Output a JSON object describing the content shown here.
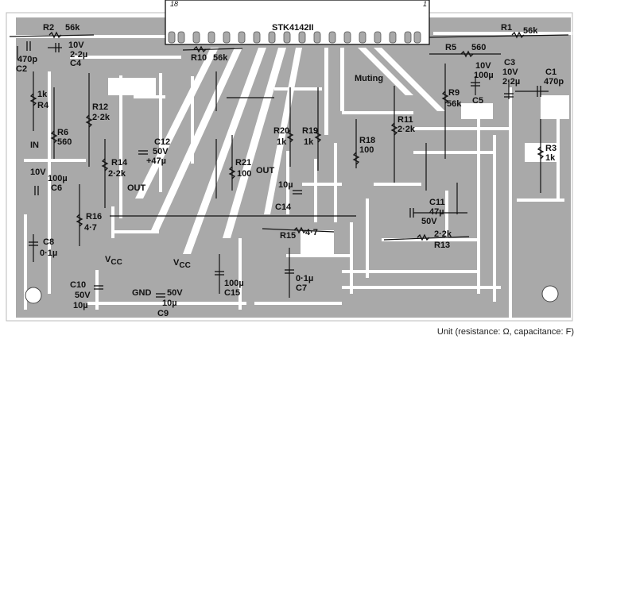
{
  "ic": {
    "name": "STK4142II",
    "pin_left": "18",
    "pin_right": "1"
  },
  "labels": {
    "r1": "R1",
    "r1_val": "56k",
    "r2": "R2",
    "r2_val": "56k",
    "r3": "R3",
    "r3_val": "1k",
    "r4": "R4",
    "r4_val": "1k",
    "r5": "R5",
    "r5_val": "560",
    "r6": "R6",
    "r6_val": "560",
    "r9": "R9",
    "r9_val": "56k",
    "r10": "R10",
    "r10_val": "56k",
    "r11": "R11",
    "r11_val": "2·2k",
    "r12": "R12",
    "r12_val": "2·2k",
    "r13": "R13",
    "r13_val": "2·2k",
    "r14": "R14",
    "r14_val": "2·2k",
    "r15": "R15",
    "r15_val": "4·7",
    "r16": "R16",
    "r16_val": "4·7",
    "r18": "R18",
    "r18_val": "100",
    "r19": "R19",
    "r19_val": "1k",
    "r20": "R20",
    "r20_val": "1k",
    "r21": "R21",
    "r21_val": "100",
    "c1": "C1",
    "c1_val": "470p",
    "c2": "C2",
    "c2_val": "470p",
    "c3": "C3",
    "c3_v": "10V",
    "c3_val": "2·2µ",
    "c4": "C4",
    "c4_v": "10V",
    "c4_val": "2·2µ",
    "c5": "C5",
    "c5_v": "10V",
    "c5_val": "100µ",
    "c6": "C6",
    "c6_v": "10V",
    "c6_val": "100µ",
    "c7": "C7",
    "c7_val": "0·1µ",
    "c8": "C8",
    "c8_val": "0·1µ",
    "c9": "C9",
    "c9_v": "50V",
    "c9_val": "10µ",
    "c10": "C10",
    "c10_v": "50V",
    "c10_val": "10µ",
    "c11": "C11",
    "c11_v": "50V",
    "c11_val": "47µ",
    "c12": "C12",
    "c12_v": "50V",
    "c12_val": "+47µ",
    "c14": "C14",
    "c14_val": "10µ",
    "c15": "C15",
    "c15_val": "100µ",
    "in": "IN",
    "out_left": "OUT",
    "out_mid": "OUT",
    "muting": "Muting",
    "gnd": "GND",
    "vcc": "V",
    "vcc_sub": "CC",
    "plus": "+"
  },
  "caption": "Unit (resistance: Ω, capacitance: F)"
}
